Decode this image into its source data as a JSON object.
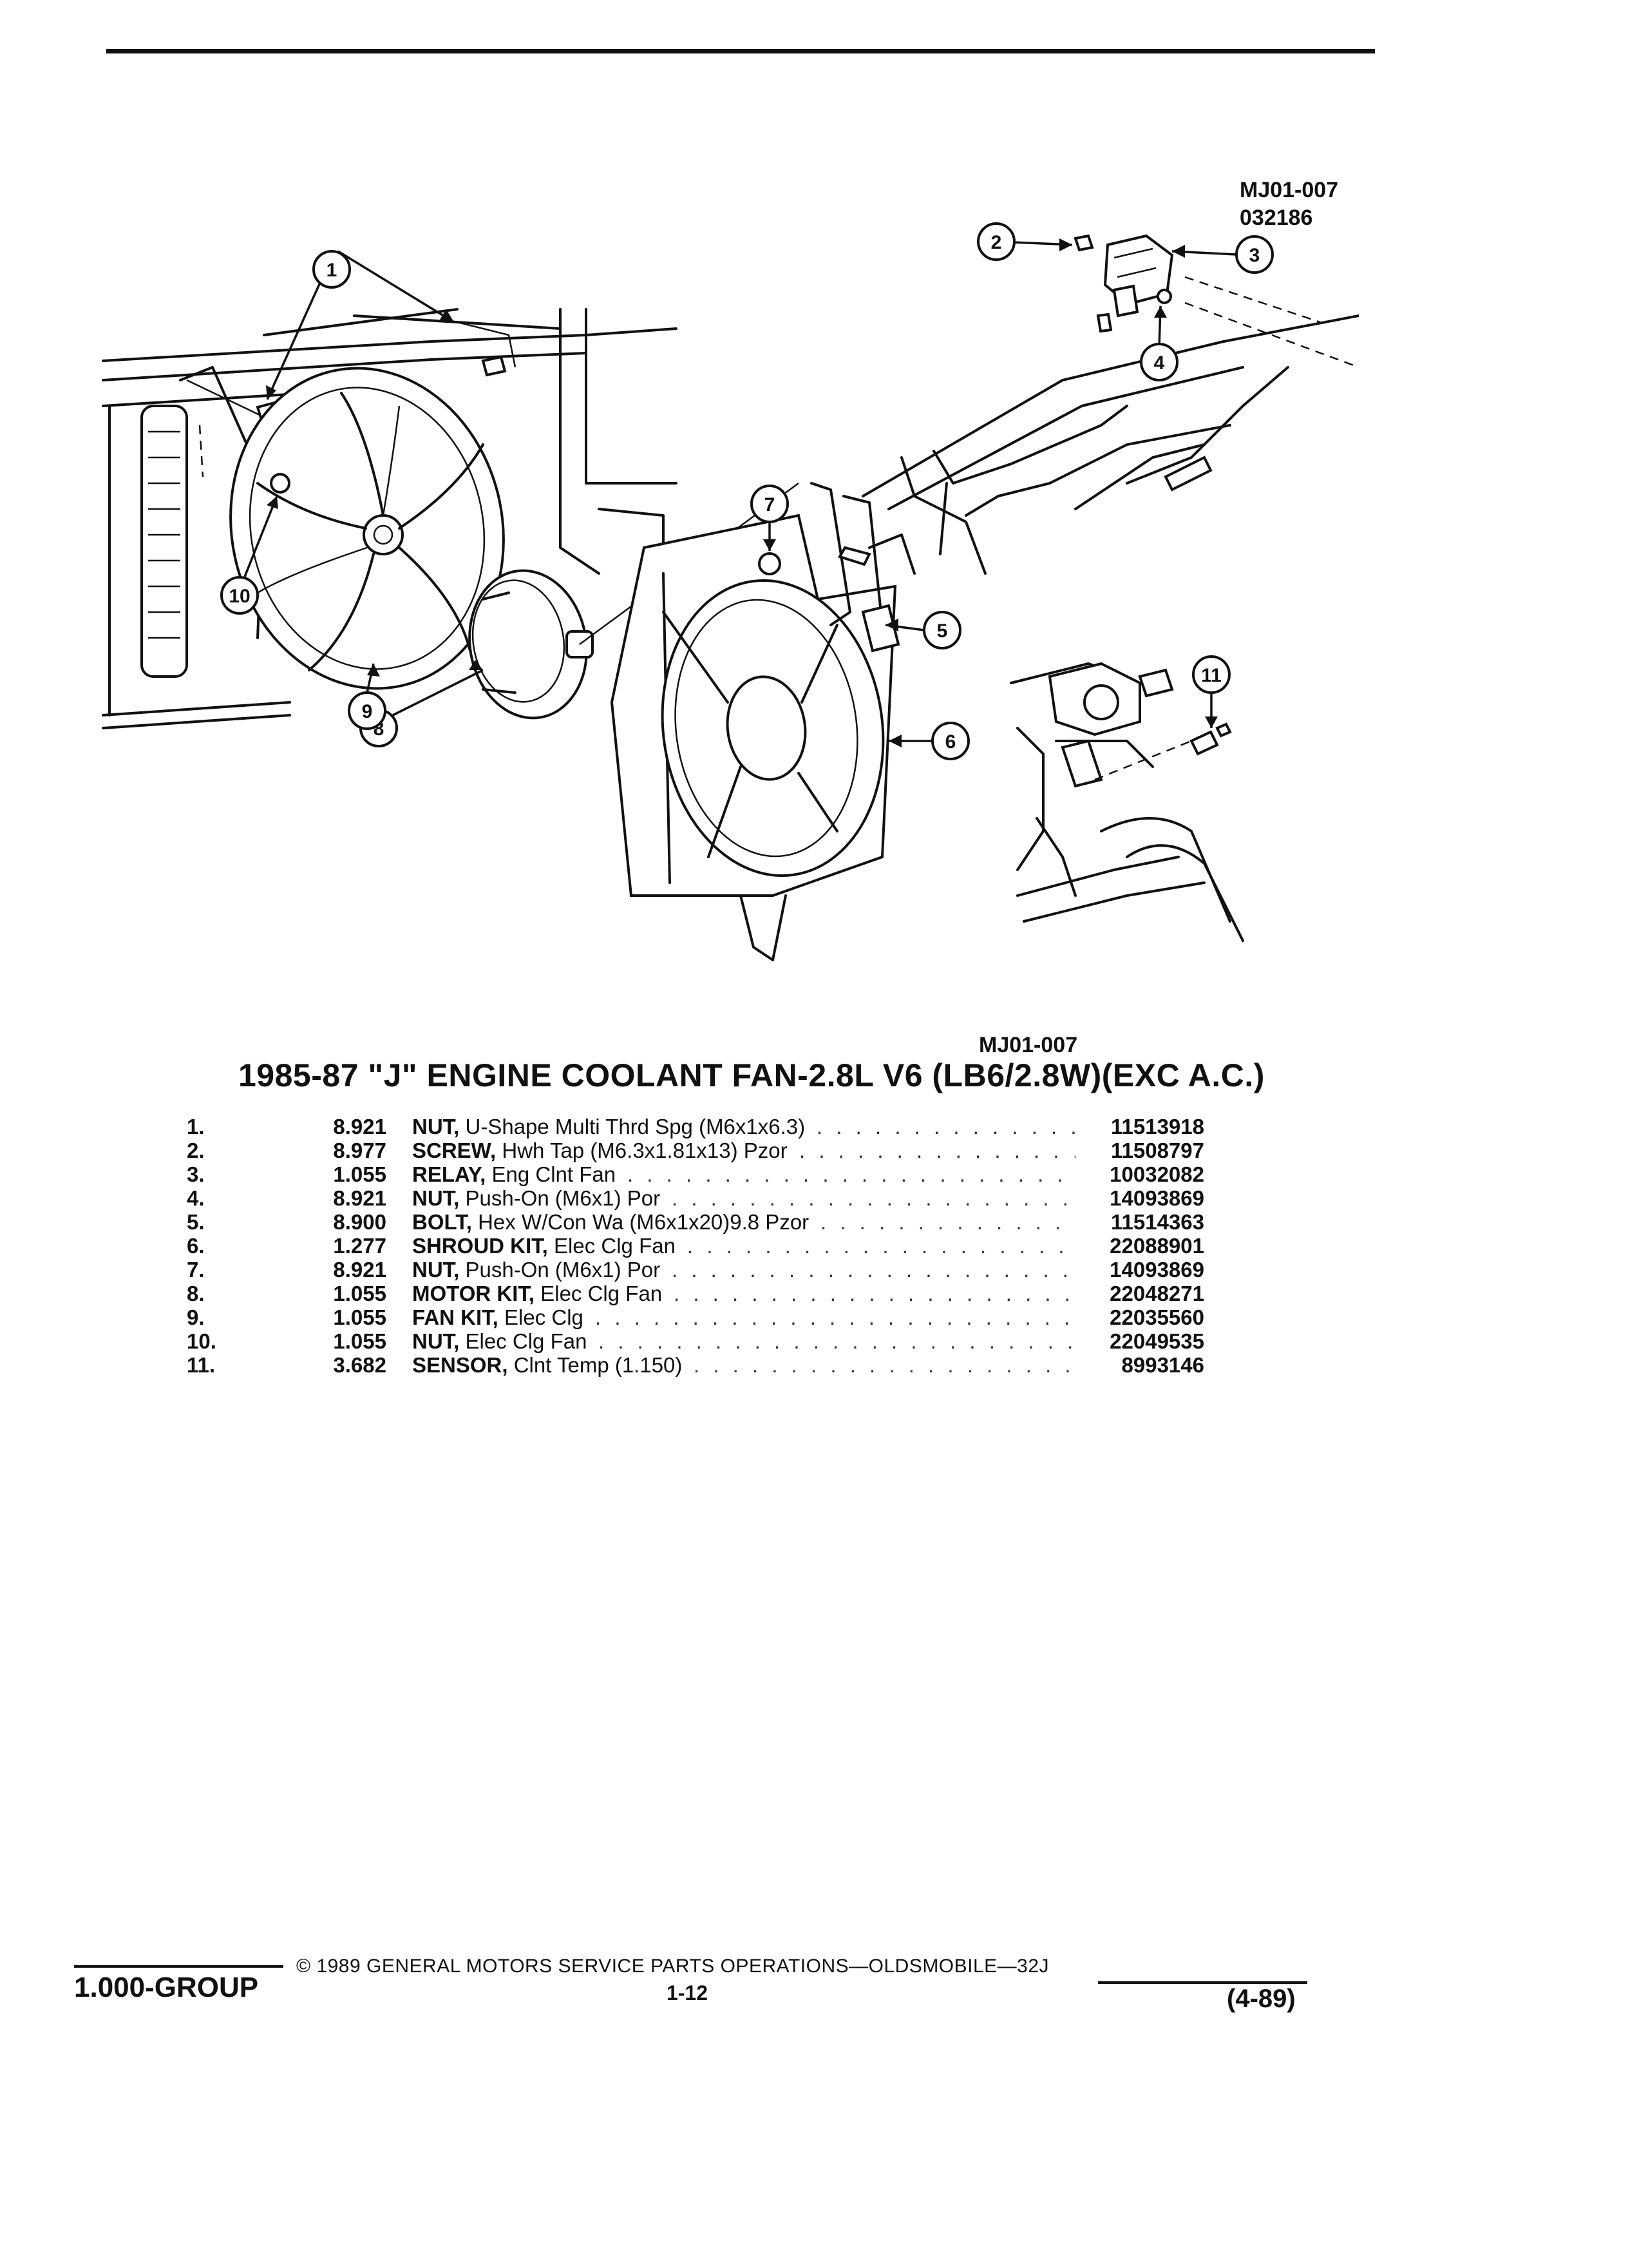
{
  "illustration": {
    "code_top": "MJ01-007",
    "date_code": "032186",
    "code_bottom": "MJ01-007",
    "callouts": [
      "1",
      "2",
      "3",
      "4",
      "5",
      "6",
      "7",
      "8",
      "9",
      "10",
      "11"
    ]
  },
  "section": {
    "title": "1985-87 \"J\" ENGINE COOLANT FAN-2.8L V6 (LB6/2.8W)(EXC A.C.)"
  },
  "parts": [
    {
      "ref": "1.",
      "group": "8.921",
      "name": "NUT,",
      "desc": "U-Shape Multi Thrd Spg (M6x1x6.3)",
      "part_no": "11513918"
    },
    {
      "ref": "2.",
      "group": "8.977",
      "name": "SCREW,",
      "desc": "Hwh Tap (M6.3x1.81x13) Pzor",
      "part_no": "11508797"
    },
    {
      "ref": "3.",
      "group": "1.055",
      "name": "RELAY,",
      "desc": "Eng Clnt Fan",
      "part_no": "10032082"
    },
    {
      "ref": "4.",
      "group": "8.921",
      "name": "NUT,",
      "desc": "Push-On (M6x1) Por",
      "part_no": "14093869"
    },
    {
      "ref": "5.",
      "group": "8.900",
      "name": "BOLT,",
      "desc": "Hex W/Con Wa (M6x1x20)9.8 Pzor",
      "part_no": "11514363"
    },
    {
      "ref": "6.",
      "group": "1.277",
      "name": "SHROUD KIT,",
      "desc": "Elec Clg Fan",
      "part_no": "22088901"
    },
    {
      "ref": "7.",
      "group": "8.921",
      "name": "NUT,",
      "desc": "Push-On (M6x1) Por",
      "part_no": "14093869"
    },
    {
      "ref": "8.",
      "group": "1.055",
      "name": "MOTOR KIT,",
      "desc": "Elec Clg Fan",
      "part_no": "22048271"
    },
    {
      "ref": "9.",
      "group": "1.055",
      "name": "FAN KIT,",
      "desc": "Elec Clg",
      "part_no": "22035560"
    },
    {
      "ref": "10.",
      "group": "1.055",
      "name": "NUT,",
      "desc": "Elec Clg Fan",
      "part_no": "22049535"
    },
    {
      "ref": "11.",
      "group": "3.682",
      "name": "SENSOR,",
      "desc": "Clnt Temp (1.150)",
      "part_no": "8993146"
    }
  ],
  "footer": {
    "group": "1.000-GROUP",
    "copyright": "© 1989 GENERAL MOTORS SERVICE PARTS OPERATIONS—OLDSMOBILE—32J",
    "page": "1-12",
    "date": "(4-89)"
  }
}
